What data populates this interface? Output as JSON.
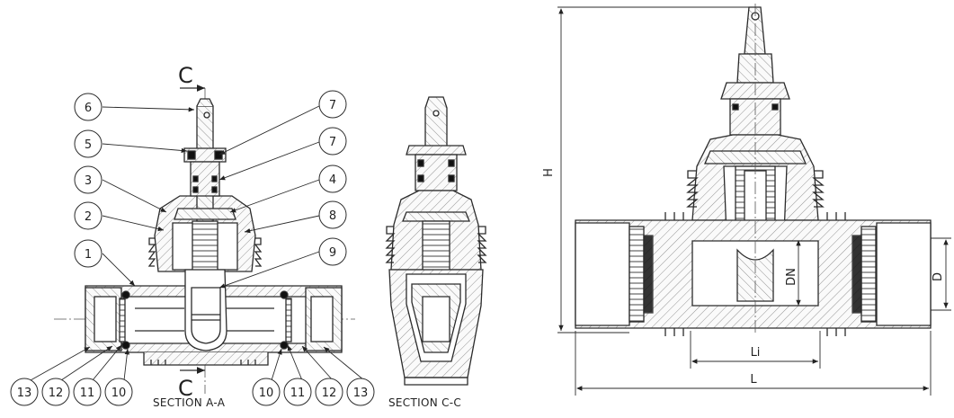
{
  "section_a": {
    "label": "SECTION A-A",
    "cut_letter_top": "C",
    "cut_letter_bottom": "C",
    "callouts": [
      {
        "id": "c6",
        "text": "6"
      },
      {
        "id": "c5",
        "text": "5"
      },
      {
        "id": "c3",
        "text": "3"
      },
      {
        "id": "c2",
        "text": "2"
      },
      {
        "id": "c1",
        "text": "1"
      },
      {
        "id": "c7a",
        "text": "7"
      },
      {
        "id": "c7b",
        "text": "7"
      },
      {
        "id": "c4",
        "text": "4"
      },
      {
        "id": "c8",
        "text": "8"
      },
      {
        "id": "c9",
        "text": "9"
      },
      {
        "id": "c13a",
        "text": "13"
      },
      {
        "id": "c12a",
        "text": "12"
      },
      {
        "id": "c11a",
        "text": "11"
      },
      {
        "id": "c10a",
        "text": "10"
      },
      {
        "id": "c10b",
        "text": "10"
      },
      {
        "id": "c11b",
        "text": "11"
      },
      {
        "id": "c12b",
        "text": "12"
      },
      {
        "id": "c13b",
        "text": "13"
      }
    ]
  },
  "section_c": {
    "label": "SECTION C-C"
  },
  "dimensions": {
    "H": "H",
    "DN": "DN",
    "D": "D",
    "Li": "Li",
    "L": "L"
  },
  "colors": {
    "line": "#2b2b2b",
    "hatch": "#8a8a8a",
    "fill": "#f4f4f4"
  }
}
